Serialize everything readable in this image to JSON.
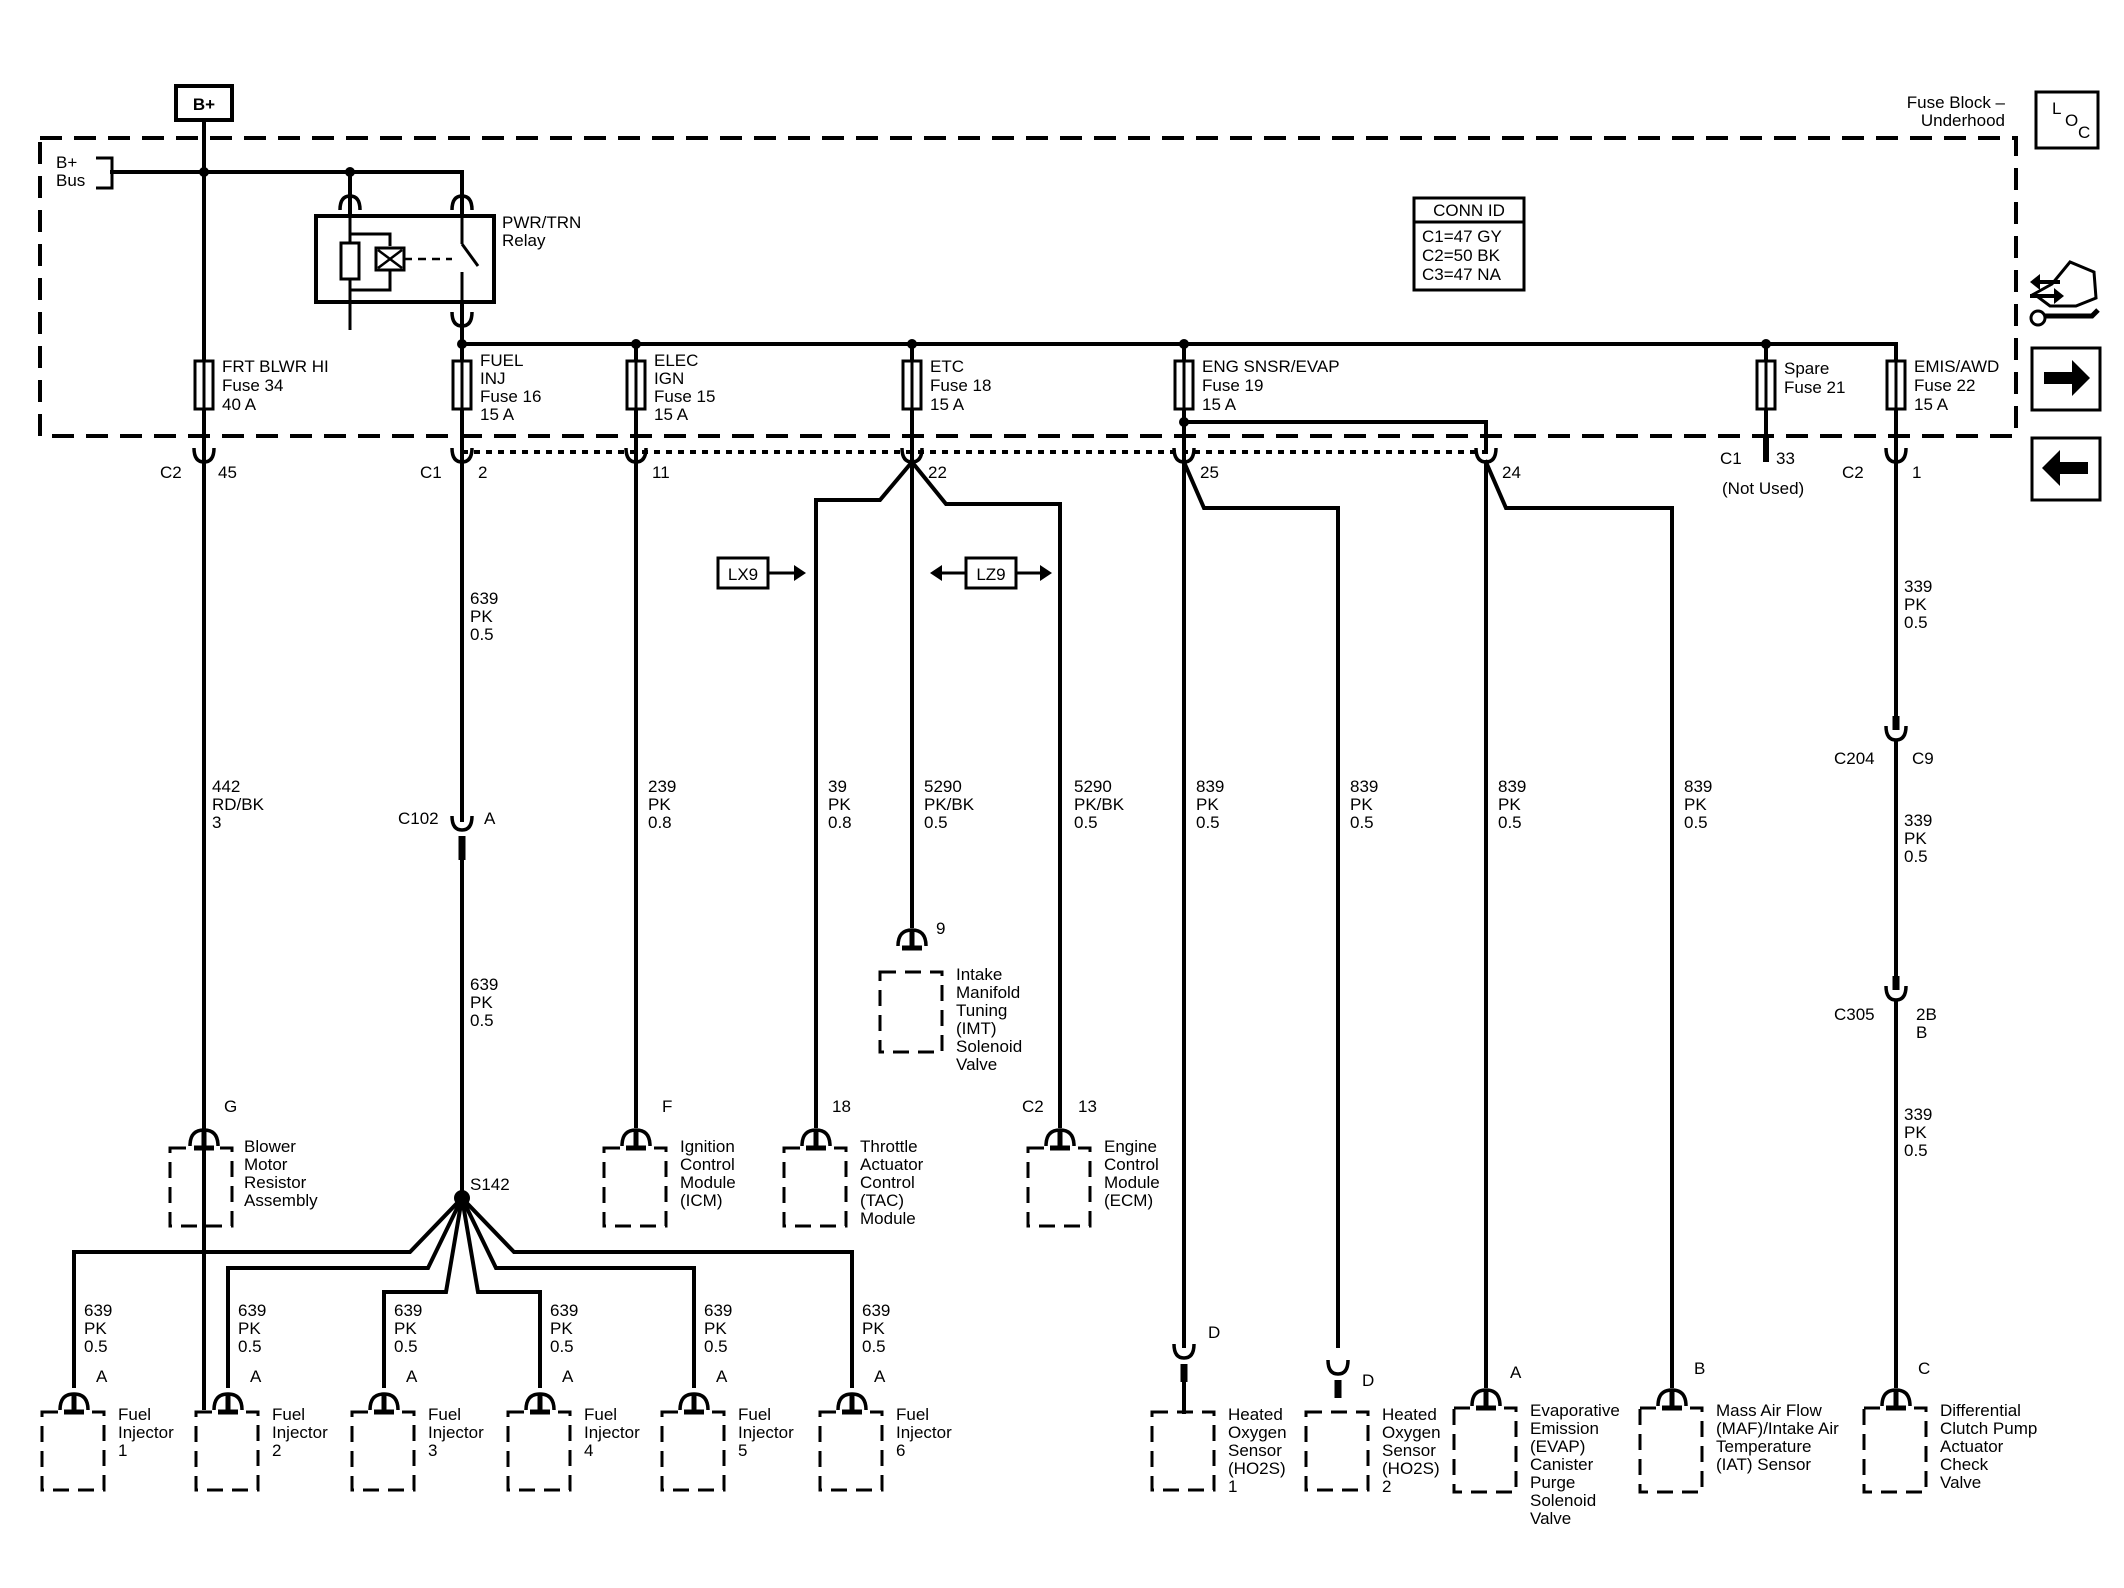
{
  "b_plus": "B+",
  "fuse_block": {
    "line1": "Fuse Block –",
    "line2": "Underhood"
  },
  "loc": {
    "l": "L",
    "o": "O",
    "c": "C"
  },
  "bus": {
    "line1": "B+",
    "line2": "Bus"
  },
  "relay": {
    "line1": "PWR/TRN",
    "line2": "Relay"
  },
  "conn_id": {
    "title": "CONN ID",
    "c1": "C1=47 GY",
    "c2": "C2=50 BK",
    "c3": "C3=47 NA"
  },
  "fuses": [
    {
      "l1": "FRT BLWR HI",
      "l2": "Fuse 34",
      "l3": "40 A",
      "l4": ""
    },
    {
      "l1": "FUEL",
      "l2": "INJ",
      "l3": "Fuse 16",
      "l4": "15 A"
    },
    {
      "l1": "ELEC",
      "l2": "IGN",
      "l3": "Fuse 15",
      "l4": "15 A"
    },
    {
      "l1": "ETC",
      "l2": "Fuse 18",
      "l3": "15 A",
      "l4": ""
    },
    {
      "l1": "ENG SNSR/EVAP",
      "l2": "Fuse 19",
      "l3": "15 A",
      "l4": ""
    },
    {
      "l1": "Spare",
      "l2": "Fuse 21",
      "l3": "",
      "l4": ""
    },
    {
      "l1": "EMIS/AWD",
      "l2": "Fuse 22",
      "l3": "15 A",
      "l4": ""
    }
  ],
  "conn_labels": {
    "c2_45_a": "C2",
    "c2_45_b": "45",
    "c1_2_a": "C1",
    "c1_2_b": "2",
    "p11": "11",
    "p22": "22",
    "p25": "25",
    "p24": "24",
    "c1_33_a": "C1",
    "c1_33_b": "33",
    "not_used": "(Not Used)",
    "c2_1_a": "C2",
    "c2_1_b": "1",
    "c102": "C102",
    "c102_pin": "A",
    "c204": "C204",
    "c9": "C9",
    "c305": "C305",
    "c305_pin1": "2B",
    "c305_pin2": "B",
    "s142": "S142",
    "pin_g": "G",
    "pin_f": "F",
    "pin_18": "18",
    "pin_c2": "C2",
    "pin_13": "13",
    "pin_9": "9",
    "pin_d1": "D",
    "pin_d2": "D",
    "pin_a_evap": "A",
    "pin_b_maf": "B",
    "pin_c_diff": "C"
  },
  "options": {
    "lx9": "LX9",
    "lz9": "LZ9"
  },
  "wires": {
    "w442": [
      "442",
      "RD/BK",
      "3"
    ],
    "w639_top": [
      "639",
      "PK",
      "0.5"
    ],
    "w639_mid": [
      "639",
      "PK",
      "0.5"
    ],
    "w239": [
      "239",
      "PK",
      "0.8"
    ],
    "w39": [
      "39",
      "PK",
      "0.8"
    ],
    "w5290a": [
      "5290",
      "PK/BK",
      "0.5"
    ],
    "w5290b": [
      "5290",
      "PK/BK",
      "0.5"
    ],
    "w839a": [
      "839",
      "PK",
      "0.5"
    ],
    "w839b": [
      "839",
      "PK",
      "0.5"
    ],
    "w839c": [
      "839",
      "PK",
      "0.5"
    ],
    "w839d": [
      "839",
      "PK",
      "0.5"
    ],
    "w339a": [
      "339",
      "PK",
      "0.5"
    ],
    "w339b": [
      "339",
      "PK",
      "0.5"
    ],
    "w339c": [
      "339",
      "PK",
      "0.5"
    ]
  },
  "injector_wire": [
    "639",
    "PK",
    "0.5"
  ],
  "injector_pin": "A",
  "components": {
    "blower": [
      "Blower",
      "Motor",
      "Resistor",
      "Assembly"
    ],
    "icm": [
      "Ignition",
      "Control",
      "Module",
      "(ICM)"
    ],
    "tac": [
      "Throttle",
      "Actuator",
      "Control",
      "(TAC)",
      "Module"
    ],
    "ecm": [
      "Engine",
      "Control",
      "Module",
      "(ECM)"
    ],
    "imt": [
      "Intake",
      "Manifold",
      "Tuning",
      "(IMT)",
      "Solenoid",
      "Valve"
    ],
    "ho2s1": [
      "Heated",
      "Oxygen",
      "Sensor",
      "(HO2S)",
      "1"
    ],
    "ho2s2": [
      "Heated",
      "Oxygen",
      "Sensor",
      "(HO2S)",
      "2"
    ],
    "evap": [
      "Evaporative",
      "Emission",
      "(EVAP)",
      "Canister",
      "Purge",
      "Solenoid",
      "Valve"
    ],
    "maf": [
      "Mass Air Flow",
      "(MAF)/Intake Air",
      "Temperature",
      "(IAT) Sensor"
    ],
    "diff": [
      "Differential",
      "Clutch Pump",
      "Actuator",
      "Check",
      "Valve"
    ]
  },
  "injectors": [
    [
      "Fuel",
      "Injector",
      "1"
    ],
    [
      "Fuel",
      "Injector",
      "2"
    ],
    [
      "Fuel",
      "Injector",
      "3"
    ],
    [
      "Fuel",
      "Injector",
      "4"
    ],
    [
      "Fuel",
      "Injector",
      "5"
    ],
    [
      "Fuel",
      "Injector",
      "6"
    ]
  ],
  "icons": {
    "schematic_icon": "car-wrench-icon",
    "next_icon": "arrow-right-icon",
    "prev_icon": "arrow-left-icon"
  }
}
